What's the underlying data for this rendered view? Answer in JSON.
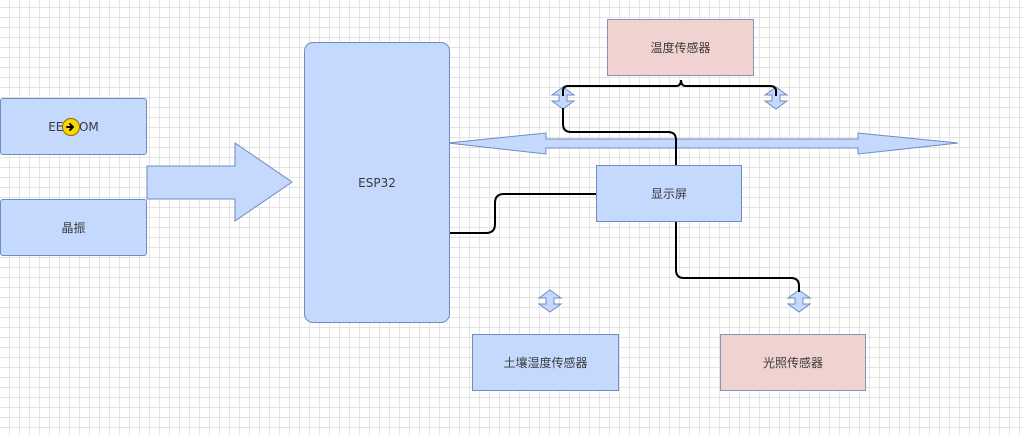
{
  "nodes": {
    "eeprom": "EEPROM",
    "crystal": "晶振",
    "esp32": "ESP32",
    "temp_sensor": "温度传感器",
    "display": "显示屏",
    "soil_sensor": "土壤湿度传感器",
    "light_sensor": "光照传感器"
  },
  "colors": {
    "node_fill": "#c4d9fd",
    "node_border": "#6c8ebf",
    "sensor_fill": "#f0d2d0",
    "connector": "#000000",
    "arrow_fill": "#c4d9fd",
    "arrow_border": "#6c8ebf",
    "overlay_icon": "#f8d800"
  },
  "icons": {
    "overlay": "arrow-right-circle-icon"
  }
}
